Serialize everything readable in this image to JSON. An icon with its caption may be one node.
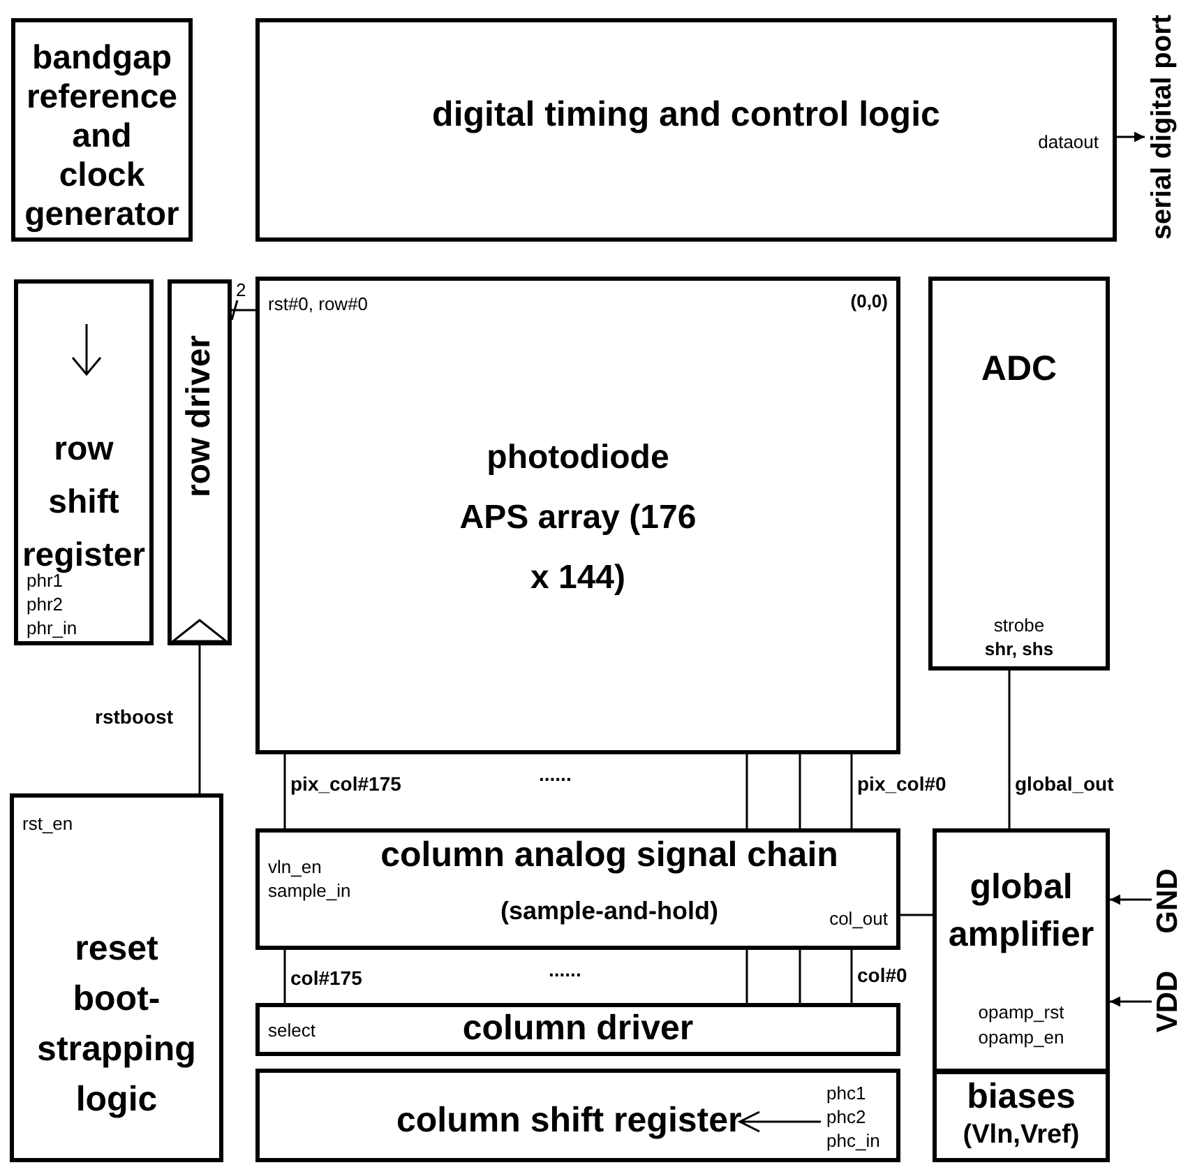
{
  "diagram": {
    "nodes": [
      {
        "text": [
          "bandgap reference and clock generator"
        ]
      },
      {
        "text": [
          "digital timing and control logic",
          "dataout"
        ]
      },
      {
        "text": [
          "serial digital port"
        ]
      },
      {
        "text": [
          "row shift register",
          "phr1",
          "phr2",
          "phr_in"
        ]
      },
      {
        "text": [
          "row driver"
        ]
      },
      {
        "text": [
          "photodiode APS array (176 x 144)",
          "rst#0, row#0",
          "(0,0)"
        ]
      },
      {
        "text": [
          "ADC",
          "strobe",
          "shr, shs"
        ]
      },
      {
        "text": [
          "rst_en",
          "reset boot-strapping logic"
        ]
      },
      {
        "text": [
          "vln_en",
          "sample_in",
          "column analog signal chain",
          "(sample-and-hold)",
          "col_out"
        ]
      },
      {
        "text": [
          "global amplifier",
          "opamp_rst",
          "opamp_en"
        ]
      },
      {
        "text": [
          "GND"
        ]
      },
      {
        "text": [
          "VDD"
        ]
      },
      {
        "text": [
          "select",
          "column driver"
        ]
      },
      {
        "text": [
          "column shift register",
          "phc1",
          "phc2",
          "phc_in"
        ]
      },
      {
        "text": [
          "biases",
          "(Vln,Vref)"
        ]
      }
    ],
    "edges": [
      {
        "from": 1,
        "to": 2,
        "arrow": "to"
      },
      {
        "from": 4,
        "to": 5,
        "arrow": "none",
        "label": "2"
      },
      {
        "from": 4,
        "to": 7,
        "arrow": "none",
        "label": "rstboost"
      },
      {
        "from": 5,
        "to": 8,
        "arrow": "none",
        "label": "pix_col#175"
      },
      {
        "from": 5,
        "to": 8,
        "arrow": "none"
      },
      {
        "from": 5,
        "to": 8,
        "arrow": "none"
      },
      {
        "from": 5,
        "to": 8,
        "arrow": "none",
        "label": "pix_col#0"
      },
      {
        "from": 6,
        "to": 9,
        "arrow": "none",
        "label": "global_out"
      },
      {
        "from": 8,
        "to": 9,
        "arrow": "none"
      },
      {
        "from": 8,
        "to": 12,
        "arrow": "none",
        "label": "col#175"
      },
      {
        "from": 8,
        "to": 12,
        "arrow": "none"
      },
      {
        "from": 8,
        "to": 12,
        "arrow": "none"
      },
      {
        "from": 8,
        "to": 12,
        "arrow": "none",
        "label": "col#0"
      },
      {
        "from": 10,
        "to": 9,
        "arrow": "to"
      },
      {
        "from": 11,
        "to": 9,
        "arrow": "to"
      }
    ],
    "labels": [
      "......",
      "......"
    ]
  }
}
